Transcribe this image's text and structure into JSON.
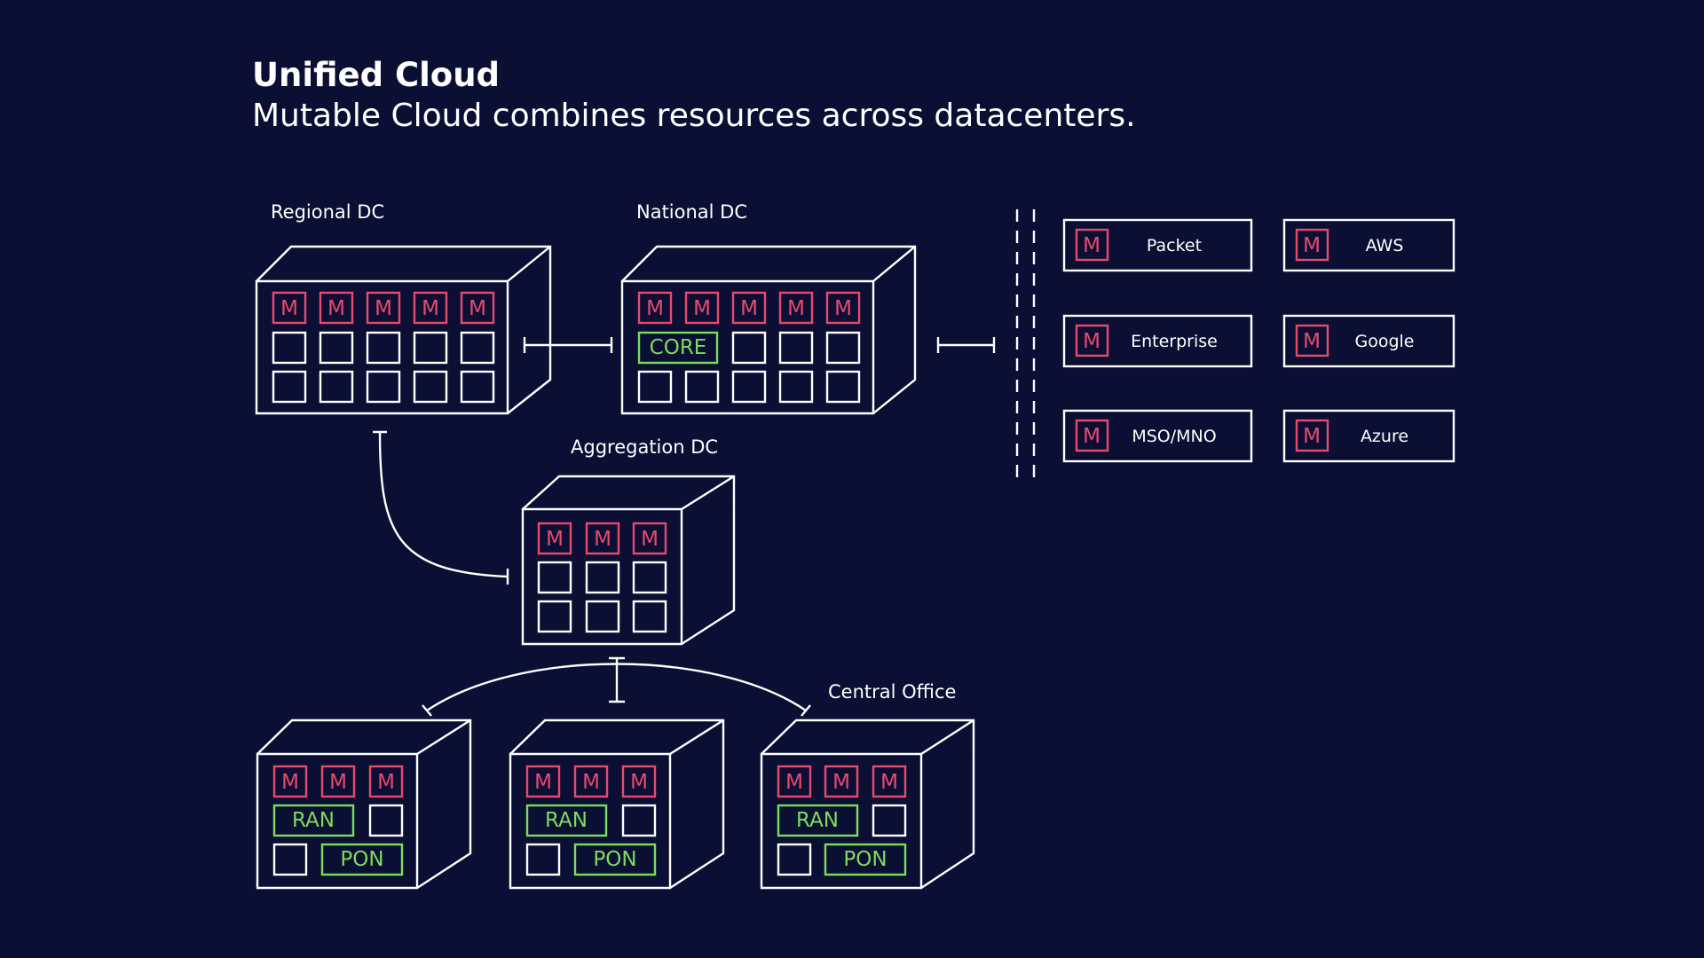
{
  "header": {
    "title": "Unified Cloud",
    "subtitle": "Mutable Cloud combines resources across datacenters."
  },
  "colors": {
    "background": "#0b0f33",
    "line": "#ffffff",
    "m_tile": "#e84a6e",
    "function_tile": "#7ddc5c"
  },
  "tile_letter": "M",
  "datacenters": {
    "regional": {
      "label": "Regional DC"
    },
    "national": {
      "label": "National DC",
      "core_label": "CORE"
    },
    "aggregation": {
      "label": "Aggregation DC"
    },
    "central_office": {
      "label": "Central Office"
    }
  },
  "edge_labels": {
    "ran": "RAN",
    "pon": "PON"
  },
  "providers": [
    {
      "name": "Packet"
    },
    {
      "name": "AWS"
    },
    {
      "name": "Enterprise"
    },
    {
      "name": "Google"
    },
    {
      "name": "MSO/MNO"
    },
    {
      "name": "Azure"
    }
  ]
}
